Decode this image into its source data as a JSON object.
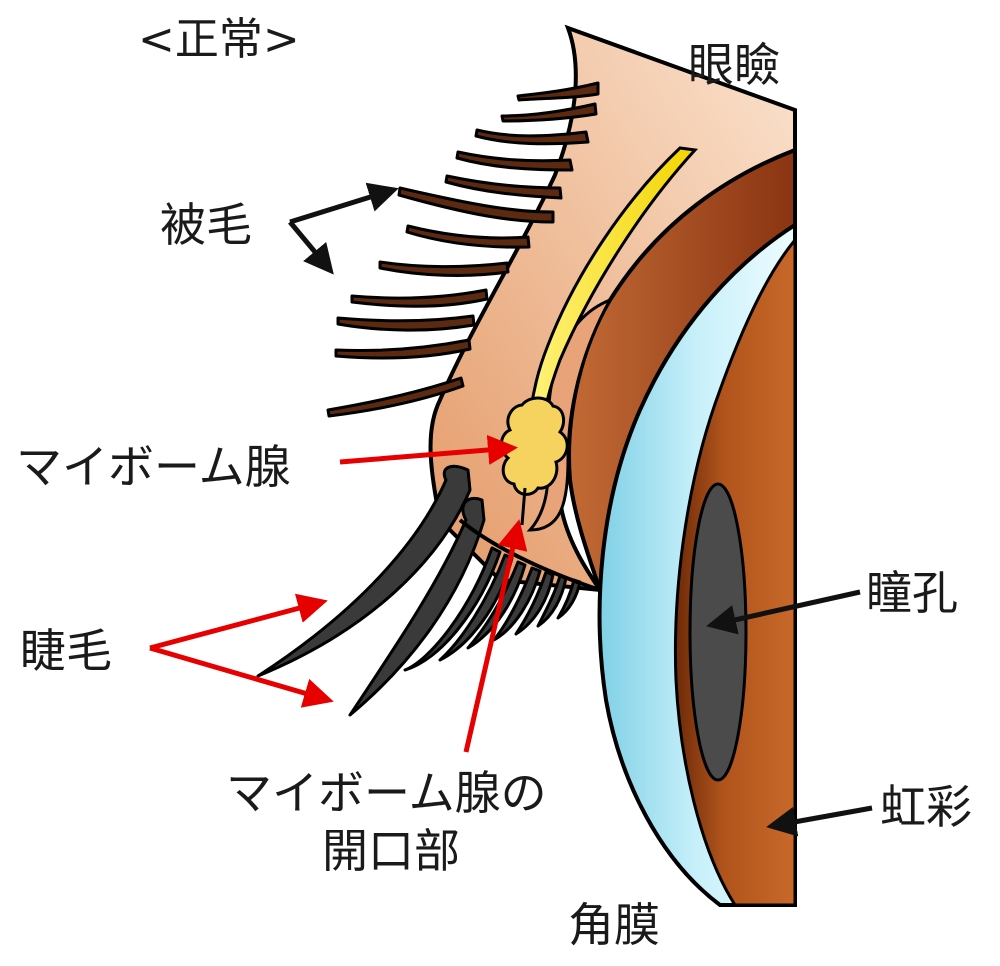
{
  "title": "<正常>",
  "labels": {
    "eyelid": "眼瞼",
    "body_hair": "被毛",
    "meibomian_gland": "マイボーム腺",
    "eyelashes": "睫毛",
    "meibomian_opening_line1": "マイボーム腺の",
    "meibomian_opening_line2": "開口部",
    "pupil": "瞳孔",
    "iris": "虹彩",
    "cornea": "角膜"
  },
  "colors": {
    "skin_light": "#f7d6b8",
    "skin_dark": "#e39b6c",
    "conjunctiva": "#a0461c",
    "iris": "#b55a1f",
    "iris_dark": "#7a2f0c",
    "cornea_light": "#e8fbff",
    "cornea": "#8fd8ea",
    "pupil": "#4a4a4a",
    "hair": "#5a2a10",
    "eyelash": "#333333",
    "gland": "#f5d45a",
    "duct": "#ffec3a",
    "arrow_red": "#e60000",
    "arrow_black": "#111111"
  }
}
